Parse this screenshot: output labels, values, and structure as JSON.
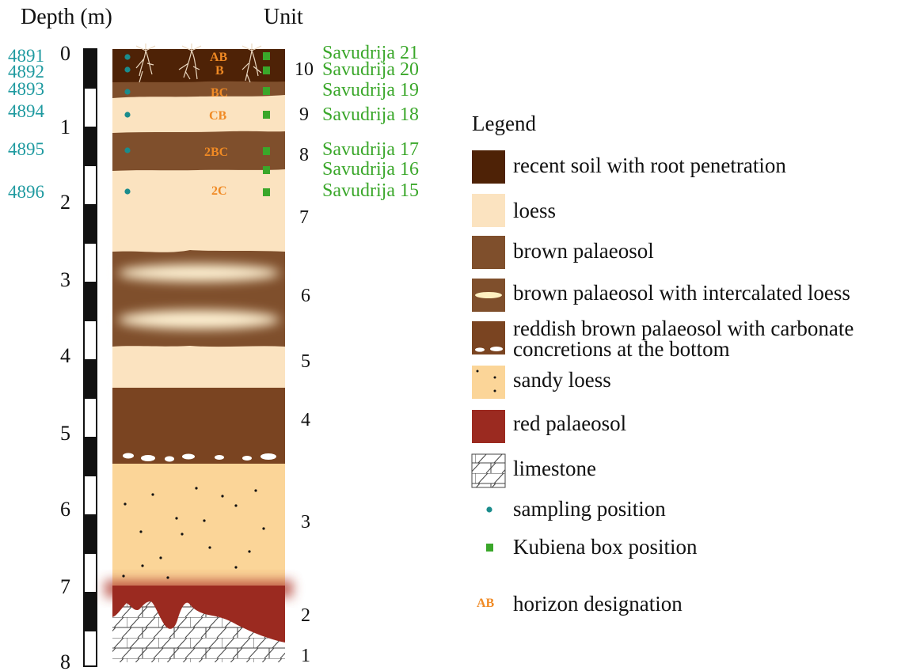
{
  "headers": {
    "depth": "Depth (m)",
    "unit": "Unit"
  },
  "depth_ticks": [
    "0",
    "1",
    "2",
    "3",
    "4",
    "5",
    "6",
    "7",
    "8"
  ],
  "unit_labels": [
    "10",
    "9",
    "8",
    "7",
    "6",
    "5",
    "4",
    "3",
    "2",
    "1"
  ],
  "sample_ids": [
    "4891",
    "4892",
    "4893",
    "4894",
    "4895",
    "4896"
  ],
  "horizons": [
    "AB",
    "B",
    "BC",
    "CB",
    "2BC",
    "2C"
  ],
  "kubiena_labels": [
    "Savudrija 21",
    "Savudrija 20",
    "Savudrija 19",
    "Savudrija 18",
    "Savudrija 17",
    "Savudrija 16",
    "Savudrija 15"
  ],
  "legend": {
    "title": "Legend",
    "items": [
      "recent soil with root penetration",
      "loess",
      "brown palaeosol",
      "brown palaeosol with intercalated loess",
      "reddish brown palaeosol with carbonate",
      "concretions at the bottom",
      "sandy loess",
      "red palaeosol",
      "limestone",
      "sampling position",
      "Kubiena box position",
      "horizon designation"
    ],
    "horizon_symbol": "AB"
  },
  "colors": {
    "recent_soil": "#4e2206",
    "loess": "#fbe3c0",
    "brown_palaeosol": "#7f4f2c",
    "reddish_brown_palaeosol": "#7a4421",
    "sandy_loess": "#fbd598",
    "red_palaeosol": "#9b2a20",
    "sample_dot": "#1a8c8c",
    "kubiena_box": "#3aa72a",
    "horizon_text": "#f08a24",
    "sample_id_text": "#1f9aa0",
    "kubiena_text": "#3aa72a"
  }
}
